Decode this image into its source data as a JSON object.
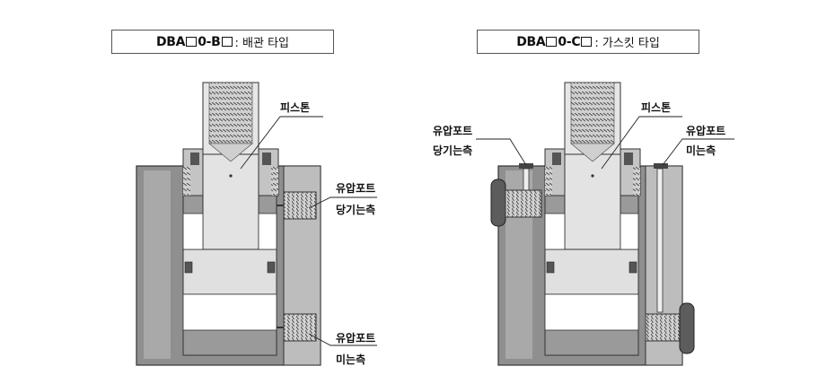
{
  "left_panel": {
    "code_prefix": "DBA",
    "code_mid": "0-B",
    "description": " : 배관 타입",
    "piston_label": "피스톤",
    "port_pull_label": "유압포트",
    "port_pull_sub": "당기는측",
    "port_push_label": "유압포트",
    "port_push_sub": "미는측"
  },
  "right_panel": {
    "code_prefix": "DBA",
    "code_mid": "0-C",
    "description": " : 가스킷 타입",
    "piston_label": "피스톤",
    "port_pull_label": "유압포트",
    "port_pull_sub": "당기는측",
    "port_push_label": "유압포트",
    "port_push_sub": "미는측"
  },
  "colors": {
    "body_dark": "#8a8a8a",
    "body_mid": "#b8b8b8",
    "body_light": "#e2e2e2",
    "outline": "#333333",
    "seal": "#555555"
  }
}
